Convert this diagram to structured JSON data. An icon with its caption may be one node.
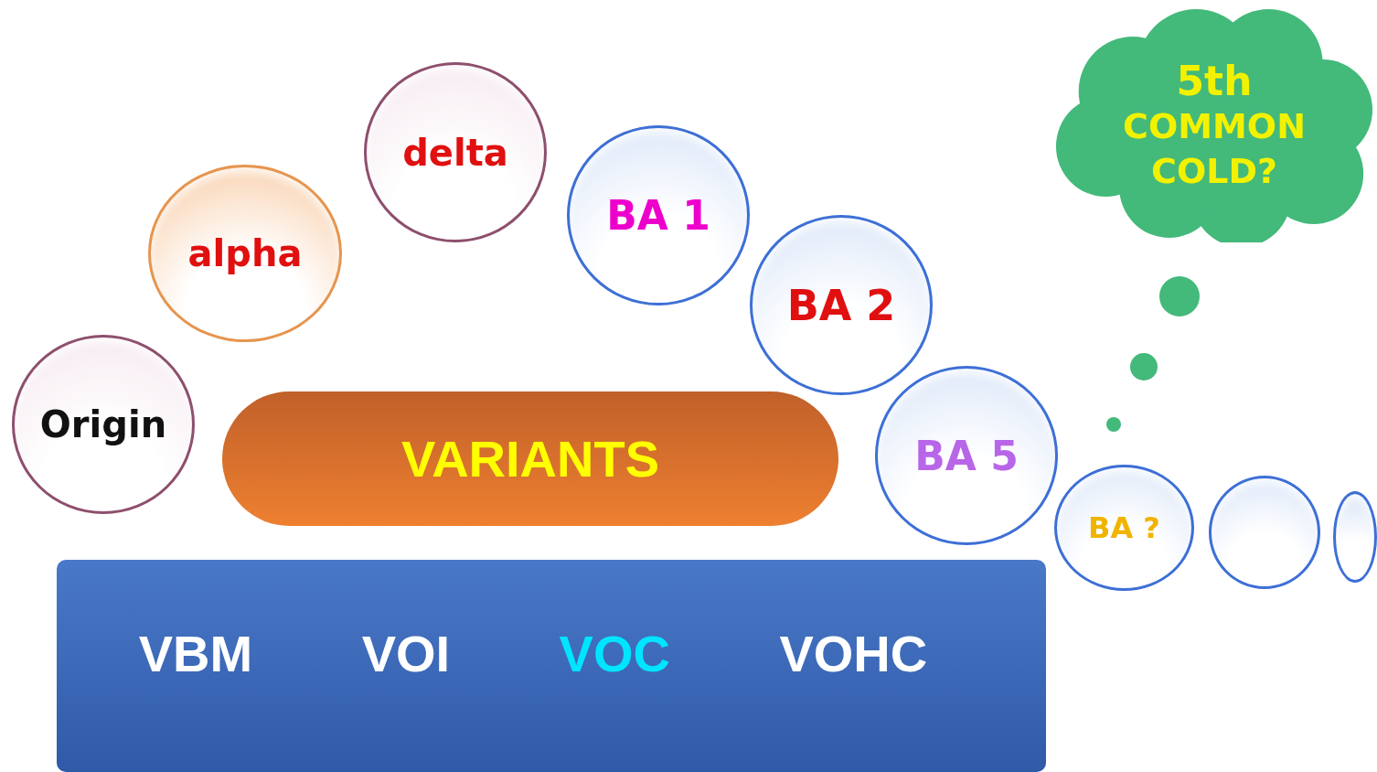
{
  "diagram": {
    "nodes": [
      {
        "text": [
          "Origin"
        ]
      },
      {
        "text": [
          "alpha"
        ]
      },
      {
        "text": [
          "delta"
        ]
      },
      {
        "text": [
          "BA 1"
        ]
      },
      {
        "text": [
          "BA 2"
        ]
      },
      {
        "text": [
          "5th",
          "COMMON COLD?"
        ]
      },
      {
        "text": [],
        "shape": "circle"
      },
      {
        "text": [],
        "shape": "circle"
      },
      {
        "text": [],
        "shape": "circle"
      },
      {
        "text": [
          "BA 5"
        ]
      },
      {
        "text": [
          "BA ?"
        ]
      },
      {
        "text": [],
        "shape": "circle"
      },
      {
        "text": [],
        "shape": "circle"
      },
      {
        "text": [
          "VARIANTS"
        ]
      },
      {
        "text": [
          "VBM",
          "VOI",
          "VOC",
          "VOHC"
        ]
      }
    ]
  }
}
